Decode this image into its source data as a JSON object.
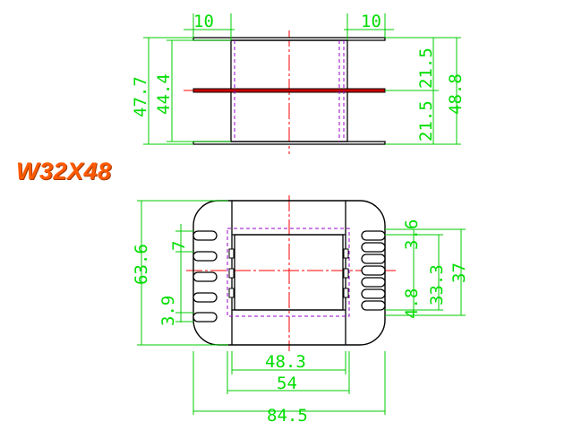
{
  "model_label": "W32X48",
  "colors": {
    "outline": "#000000",
    "dimension": "#00cc00",
    "dimension_text": "#00dd00",
    "centerline": "#ff0000",
    "hidden": "#9900cc",
    "label": "#ff5a00"
  },
  "top_view": {
    "dims": {
      "lead_left": "10",
      "lead_right": "10",
      "height_outer": "47.7",
      "height_inner": "44.4",
      "half_upper": "21.5",
      "half_lower": "21.5",
      "width_total": "48.8"
    }
  },
  "front_view": {
    "dims": {
      "height_total": "63.6",
      "slot_pitch": "7",
      "slot_bottom": "3.9",
      "right_slot": "3.6",
      "right_inner": "33.3",
      "right_outer": "37",
      "right_lower": "4.8",
      "inner_width": "48.3",
      "core_width": "54",
      "total_width": "84.5"
    }
  }
}
